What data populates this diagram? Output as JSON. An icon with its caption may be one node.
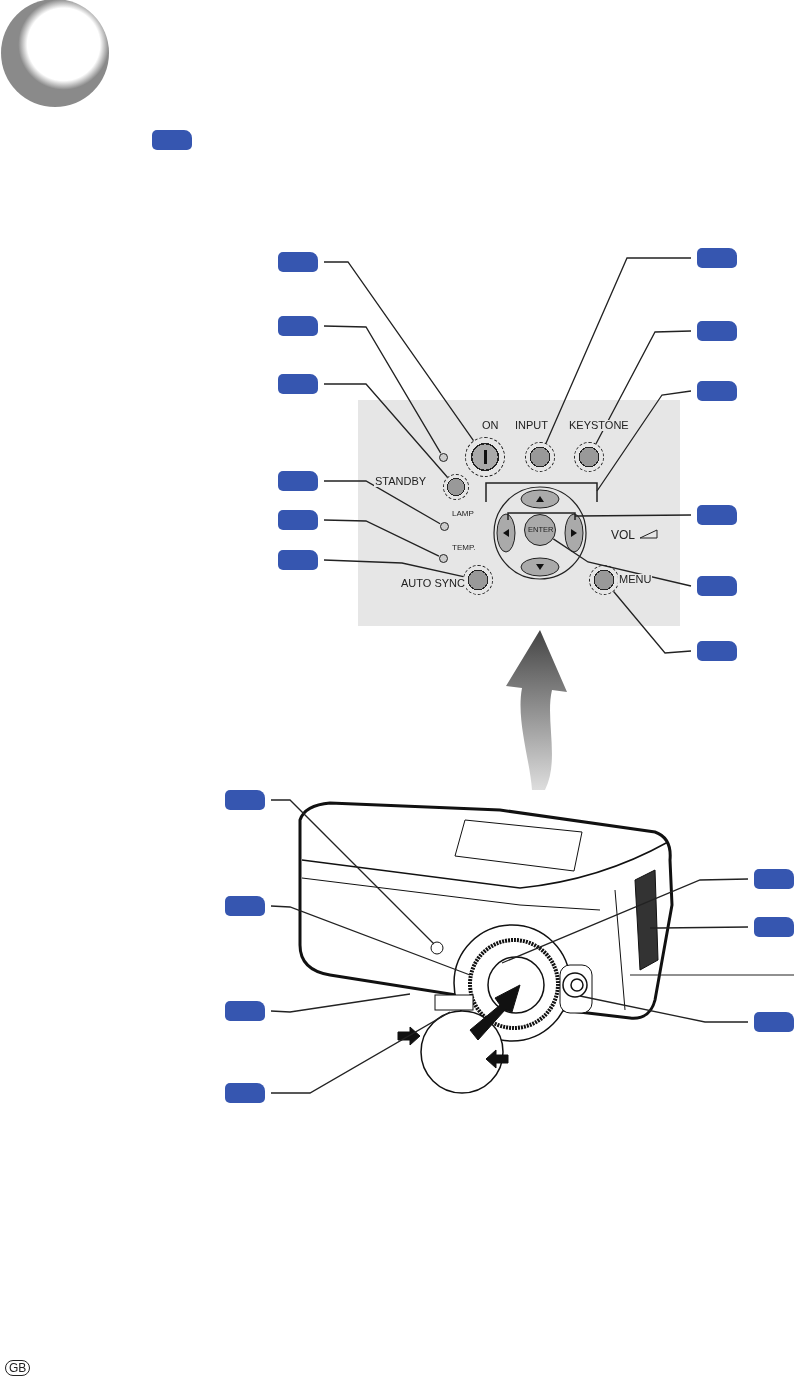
{
  "diagram": {
    "nodes": [
      {
        "text": [],
        "shape": "box"
      },
      {
        "text": [],
        "shape": "box"
      },
      {
        "text": [],
        "shape": "box"
      },
      {
        "text": [],
        "shape": "box"
      },
      {
        "text": [],
        "shape": "box"
      },
      {
        "text": [],
        "shape": "box"
      },
      {
        "text": [],
        "shape": "box"
      },
      {
        "text": [],
        "shape": "box"
      },
      {
        "text": [],
        "shape": "box"
      },
      {
        "text": [],
        "shape": "box"
      },
      {
        "text": [],
        "shape": "box"
      },
      {
        "text": [],
        "shape": "box"
      },
      {
        "text": [],
        "shape": "box"
      },
      {
        "text": [],
        "shape": "box"
      },
      {
        "text": [],
        "shape": "box"
      },
      {
        "text": [],
        "shape": "box"
      },
      {
        "text": [],
        "shape": "box"
      },
      {
        "text": [],
        "shape": "box"
      },
      {
        "text": [],
        "shape": "box"
      },
      {
        "text": [],
        "shape": "box"
      },
      {
        "text": [],
        "shape": "circle"
      },
      {
        "text": [],
        "shape": "circle"
      },
      {
        "text": [],
        "shape": "circle"
      },
      {
        "text": [],
        "shape": "circle"
      },
      {
        "text": [],
        "shape": "circle"
      },
      {
        "text": [],
        "shape": "circle"
      },
      {
        "text": [],
        "shape": "circle"
      },
      {
        "text": [],
        "shape": "circle"
      },
      {
        "text": [],
        "shape": "circle"
      },
      {
        "text": [],
        "shape": "circle"
      },
      {
        "text": [],
        "shape": "circle"
      }
    ],
    "edges": [
      {
        "from": 1,
        "to": 20,
        "arrow": "none"
      },
      {
        "from": 2,
        "to": 21,
        "arrow": "none"
      },
      {
        "from": 3,
        "to": 22,
        "arrow": "none"
      },
      {
        "from": 4,
        "to": 23,
        "arrow": "none"
      },
      {
        "from": 5,
        "to": 24,
        "arrow": "none"
      },
      {
        "from": 6,
        "to": 25,
        "arrow": "none"
      },
      {
        "from": 7,
        "to": 26,
        "arrow": "none"
      },
      {
        "from": 8,
        "to": 27,
        "arrow": "none"
      },
      {
        "from": 9,
        "to": null,
        "arrow": "none"
      },
      {
        "from": 10,
        "to": null,
        "arrow": "none"
      },
      {
        "from": 11,
        "to": 28,
        "arrow": "none"
      },
      {
        "from": 12,
        "to": 29,
        "arrow": "none"
      },
      {
        "from": 13,
        "to": null,
        "arrow": "none"
      },
      {
        "from": 14,
        "to": null,
        "arrow": "none"
      },
      {
        "from": 15,
        "to": null,
        "arrow": "none"
      },
      {
        "from": 16,
        "to": null,
        "arrow": "none"
      },
      {
        "from": 17,
        "to": null,
        "arrow": "none"
      },
      {
        "from": 18,
        "to": null,
        "arrow": "none"
      },
      {
        "from": 19,
        "to": null,
        "arrow": "none"
      }
    ],
    "labels": [
      "ON",
      "INPUT",
      "KEYSTONE",
      "STANDBY",
      "LAMP",
      "TEMP.",
      "VOL",
      "ENTER",
      "AUTO SYNC",
      "MENU",
      "GB"
    ]
  }
}
